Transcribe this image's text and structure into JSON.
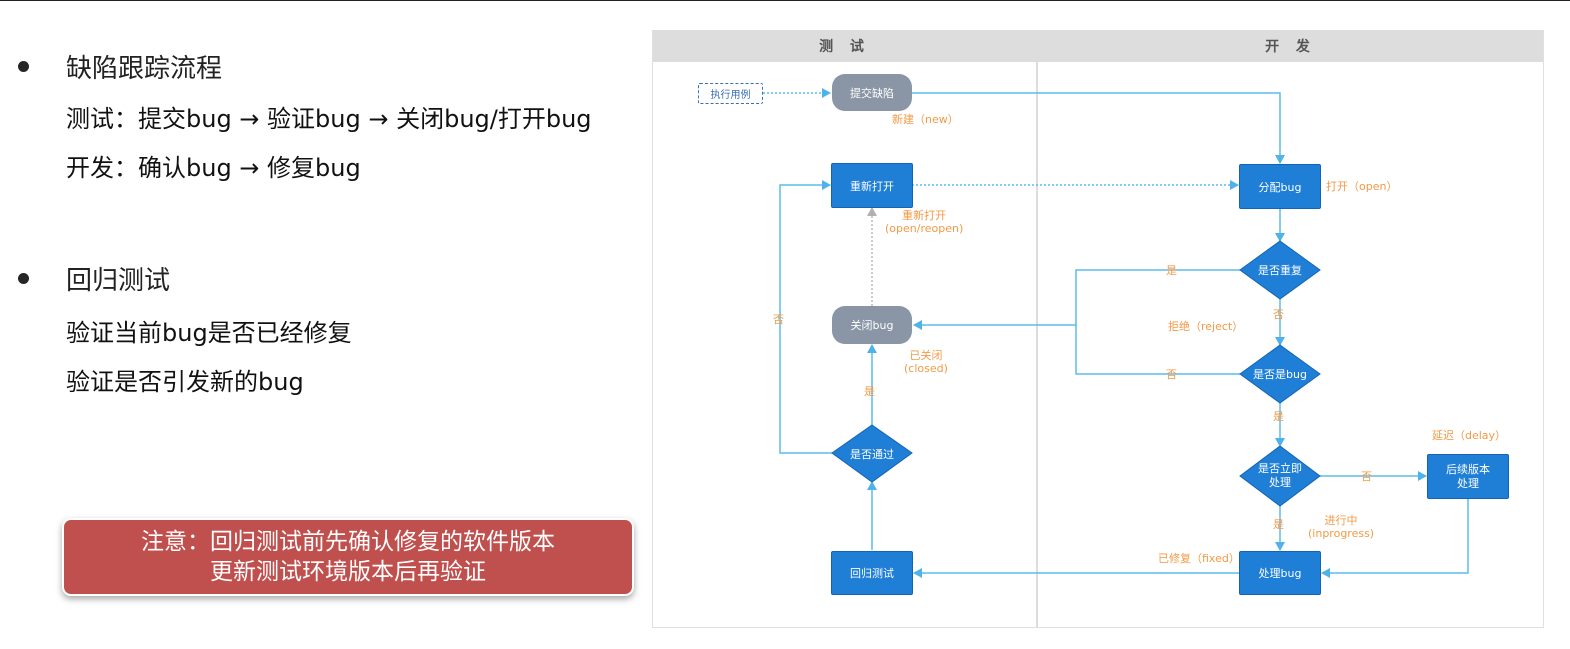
{
  "left_panel": {
    "bullet1": {
      "title": "缺陷跟踪流程",
      "lines": [
        "测试：提交bug → 验证bug → 关闭bug/打开bug",
        "开发：确认bug → 修复bug"
      ]
    },
    "bullet2": {
      "title": "回归测试",
      "lines": [
        "验证当前bug是否已经修复",
        "验证是否引发新的bug"
      ]
    },
    "note": {
      "line1": "注意：回归测试前先确认修复的软件版本",
      "line2": "更新测试环境版本后再验证"
    }
  },
  "diagram": {
    "lanes": {
      "test": "测 试",
      "dev": "开 发"
    },
    "nodes": {
      "exec_case": "执行用例",
      "submit": "提交缺陷",
      "reopen": "重新打开",
      "close": "关闭bug",
      "pass": "是否通过",
      "regression": "回归测试",
      "assign": "分配bug",
      "duplicate": "是否重复",
      "is_bug": "是否是bug",
      "immediate_l1": "是否立即",
      "immediate_l2": "处理",
      "later_l1": "后续版本",
      "later_l2": "处理",
      "handle": "处理bug"
    },
    "labels": {
      "new": "新建（new）",
      "open": "打开（open）",
      "reopen_l1": "重新打开",
      "reopen_l2": "(open/reopen)",
      "closed_l1": "已关闭",
      "closed_l2": "(closed)",
      "yes_pass": "是",
      "no_pass": "否",
      "yes_dup": "是",
      "reject": "拒绝（reject）",
      "no_dup": "否",
      "no_bug": "否",
      "yes_bug": "是",
      "delay": "延迟（delay）",
      "no_now": "否",
      "yes_now": "是",
      "inprogress_l1": "进行中",
      "inprogress_l2": "(inprogress)",
      "fixed": "已修复（fixed）"
    },
    "colors": {
      "process": "#1f7fd6",
      "terminal": "#8a95a5",
      "arrow": "#5bbcec",
      "label": "#f29a45",
      "lane_header": "#dddddd"
    }
  }
}
